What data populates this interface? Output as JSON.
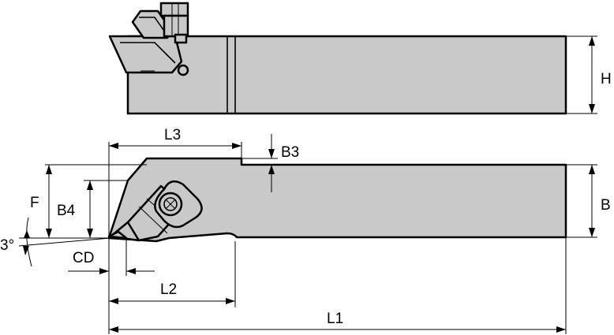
{
  "labels": {
    "H": "H",
    "L3": "L3",
    "B3": "B3",
    "F": "F",
    "B4": "B4",
    "B": "B",
    "angle": "3°",
    "CD": "CD",
    "L2": "L2",
    "L1": "L1"
  },
  "colors": {
    "body_fill": "#c9c9c9",
    "line": "#000000"
  }
}
